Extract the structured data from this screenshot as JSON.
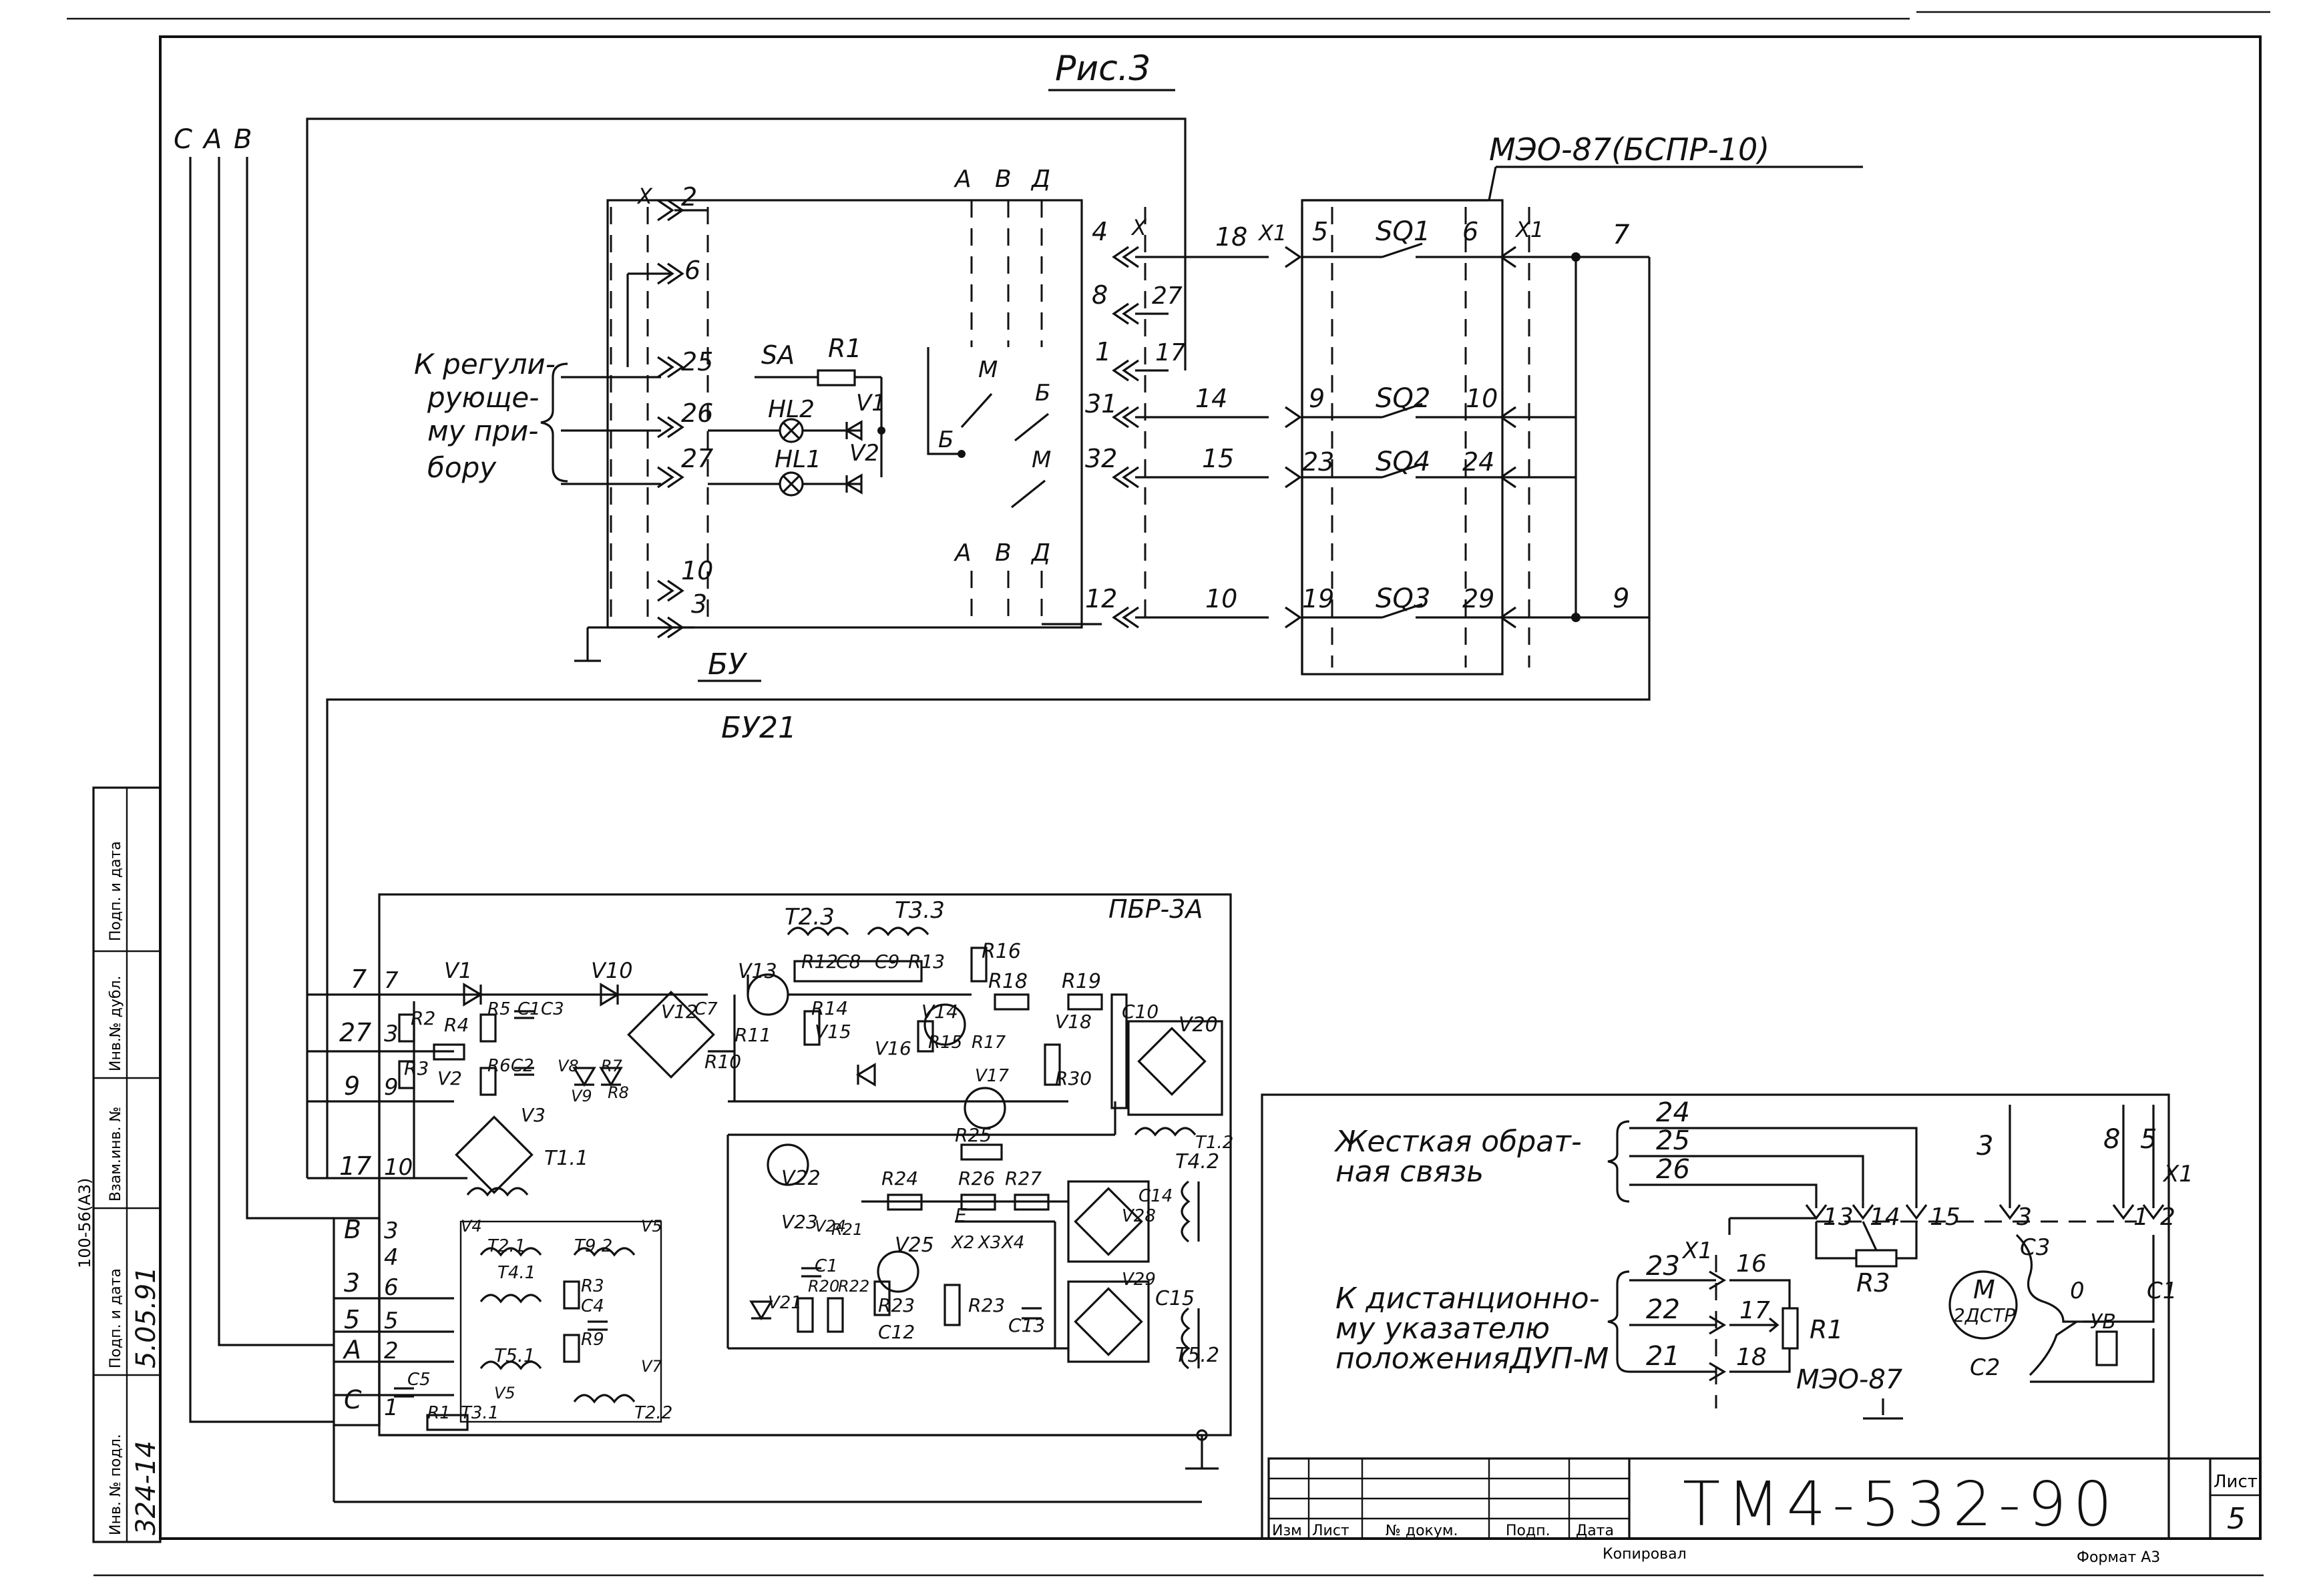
{
  "figure": {
    "title": "Рис.3"
  },
  "phases": [
    "С",
    "А",
    "В"
  ],
  "top_block": {
    "actuator_label": "МЭО-87(БСПР-10)",
    "regulator_label": [
      "К регули-",
      "рующе-",
      "му при-",
      "бору"
    ],
    "block_bu": "БУ",
    "block_bu21": "БУ21",
    "bu_terminals": [
      "2",
      "6",
      "25",
      "26",
      "27",
      "10",
      "3"
    ],
    "x_label": "Х",
    "x1_label": "Х1",
    "switch_letters_top": [
      "А",
      "В",
      "Д"
    ],
    "switch_letters_bottom": [
      "А",
      "В",
      "Д"
    ],
    "mb_letters": [
      "М",
      "Б",
      "Б",
      "М"
    ],
    "inner_components": [
      "SA",
      "R1",
      "HL2",
      "HL1",
      "V1",
      "V2"
    ],
    "right_terminals": [
      "4",
      "8",
      "1",
      "31",
      "32",
      "12"
    ],
    "mid_terminals": [
      "27",
      "17"
    ],
    "wire_numbers": [
      "18",
      "14",
      "15",
      "10"
    ],
    "limit_left": [
      "5",
      "9",
      "23",
      "19"
    ],
    "limit_switches": [
      "SQ1",
      "SQ2",
      "SQ4",
      "SQ3"
    ],
    "limit_right": [
      "6",
      "10",
      "24",
      "29"
    ],
    "out_wires": [
      "7",
      "9"
    ]
  },
  "pbr_block": {
    "label": "ПБР-3А",
    "left_terminals": [
      "7",
      "27",
      "9",
      "17",
      "В",
      "3",
      "5",
      "А",
      "С"
    ],
    "inner_terminals": [
      "7",
      "3",
      "9",
      "10",
      "3",
      "4",
      "6",
      "5",
      "2",
      "1"
    ],
    "components": [
      "V1",
      "V10",
      "V13",
      "R12",
      "C8",
      "C9",
      "R13",
      "R16",
      "R18",
      "R19",
      "T2.3",
      "T3.3",
      "R2",
      "R4",
      "R5",
      "C1",
      "C3",
      "V12",
      "C7",
      "R14",
      "V15",
      "V14",
      "V16",
      "R15",
      "R17",
      "V18",
      "C10",
      "V20",
      "R3",
      "R6",
      "C2",
      "V2",
      "V8",
      "V9",
      "R7",
      "R8",
      "R10",
      "R11",
      "V17",
      "R30",
      "T1.2",
      "V3",
      "T1.1",
      "V22",
      "R25",
      "V23",
      "R24",
      "R26",
      "R27",
      "C14",
      "V28",
      "T4.2",
      "V24",
      "R21",
      "E",
      "X2",
      "X3",
      "X4",
      "V25",
      "C1",
      "R20",
      "R22",
      "R23",
      "C12",
      "R23",
      "C13",
      "V29",
      "C15",
      "T5.2",
      "V21",
      "V4",
      "T2.1",
      "T9.2",
      "V5",
      "T4.1",
      "R3",
      "C4",
      "R9",
      "T5.1",
      "V7",
      "V5",
      "C5",
      "R1",
      "T3.1",
      "T2.2"
    ]
  },
  "motor_block": {
    "feedback_label": [
      "Жесткая обрат-",
      "ная связь"
    ],
    "feedback_wires": [
      "24",
      "25",
      "26"
    ],
    "indicator_label": [
      "К дистанционно-",
      "му указателю",
      "положенияДУП-М"
    ],
    "indicator_wires": [
      "23",
      "22",
      "21"
    ],
    "terminals_top": [
      "13",
      "14",
      "15",
      "3",
      "1",
      "2"
    ],
    "terminals_left": [
      "16",
      "17",
      "18"
    ],
    "wire_marks": [
      "3",
      "8",
      "5",
      "Х1",
      "Х1"
    ],
    "resistors": [
      "R3",
      "R1"
    ],
    "motor_label": "М",
    "motor_type": "2ДСТР",
    "motor_pins": [
      "С3",
      "С1",
      "С2",
      "0",
      "УВ"
    ],
    "unit_label": "МЭО-87"
  },
  "title_block": {
    "doc_number": "ТМ4-532-90",
    "sheet_label": "Лист",
    "sheet_number": "5",
    "col_headers": [
      "Изм",
      "Лист",
      "№ докум.",
      "Подп.",
      "Дата"
    ],
    "footer_left": "Копировал",
    "footer_right": "Формат А3"
  },
  "side_stamp": {
    "labels": [
      "Подп. и дата",
      "Инв.№ дубл.",
      "Взам.инв. №",
      "Подп. и дата",
      "Инв. № подл."
    ],
    "values": [
      "5.05.91",
      "324-14"
    ],
    "code": "100-56(А3)"
  }
}
